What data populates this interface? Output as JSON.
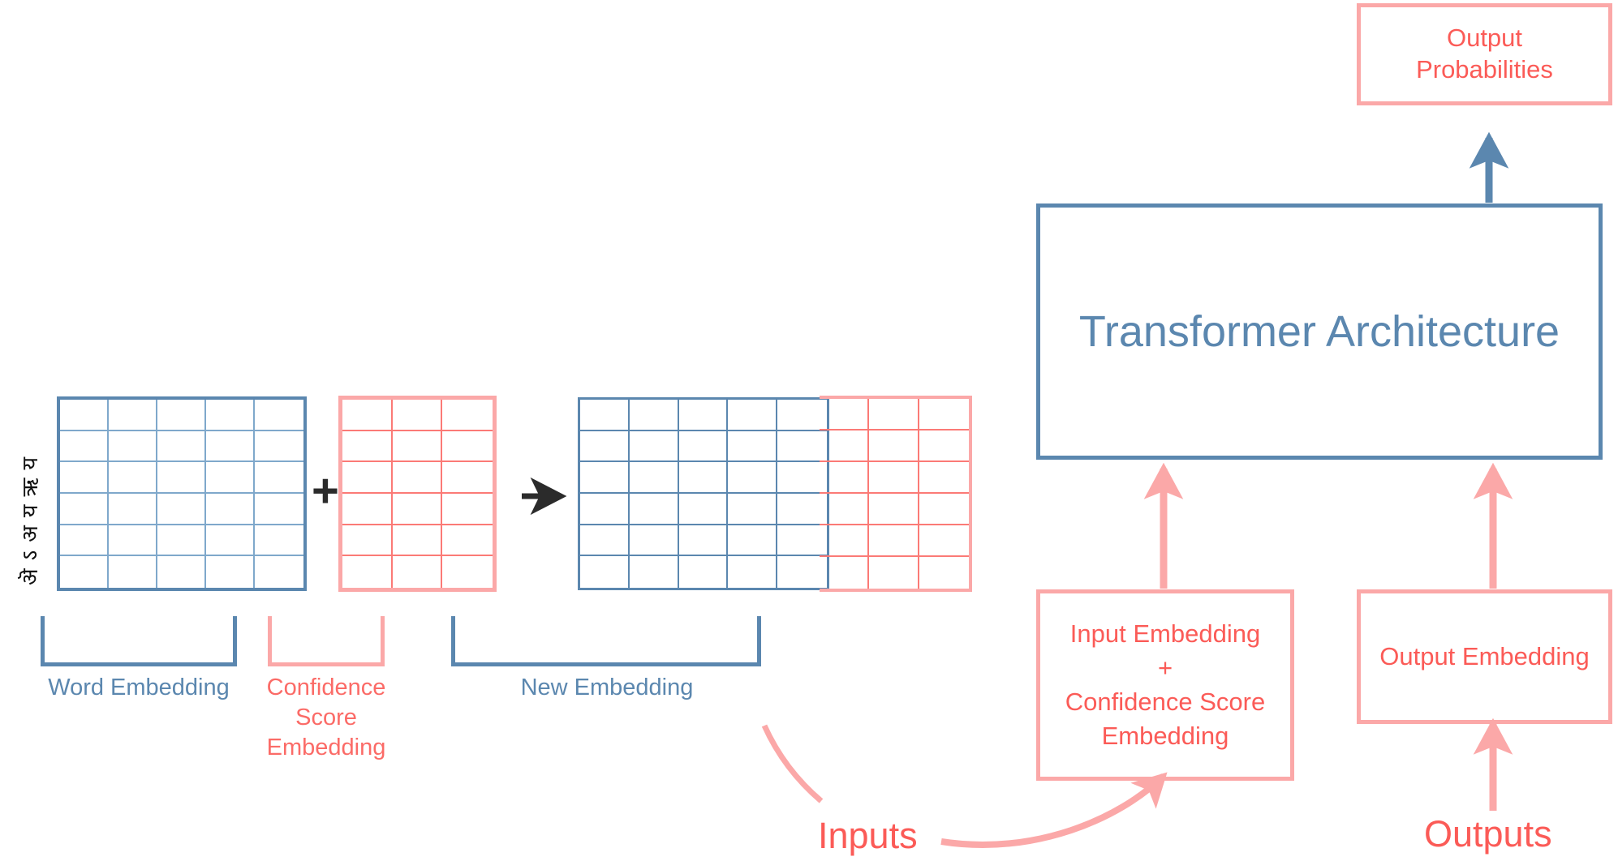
{
  "diagram": {
    "left_panel": {
      "word_embedding": {
        "caption": "Word Embedding",
        "row_labels": "ऄऽअयऋय",
        "cols": 5,
        "rows": 6,
        "color": "#5B87AF"
      },
      "confidence_embedding": {
        "caption": "Confidence Score Embedding",
        "cols": 3,
        "rows": 6,
        "color": "#FB7A76"
      },
      "new_embedding": {
        "caption": "New Embedding",
        "blue_cols": 5,
        "pink_cols": 3,
        "rows": 6,
        "blue_color": "#5B87AF",
        "pink_color": "#FB7A76"
      },
      "plus_symbol": "+",
      "arrow_symbol": "→"
    },
    "right_panel": {
      "output_probabilities": "Output\nProbabilities",
      "output_probabilities_line1": "Output",
      "output_probabilities_line2": "Probabilities",
      "transformer": "Transformer Architecture",
      "input_embedding_line1": "Input Embedding",
      "input_embedding_line2": "+",
      "input_embedding_line3": "Confidence Score",
      "input_embedding_line4": "Embedding",
      "output_embedding": "Output Embedding",
      "inputs_label": "Inputs",
      "outputs_label": "Outputs"
    },
    "colors": {
      "blue": "#5B87AF",
      "blue_light": "#7FA8CB",
      "pink_border": "#FBA8A8",
      "pink_line": "#FB7A76",
      "red_text": "#FB5B57",
      "dark": "#2B2B2B"
    }
  }
}
